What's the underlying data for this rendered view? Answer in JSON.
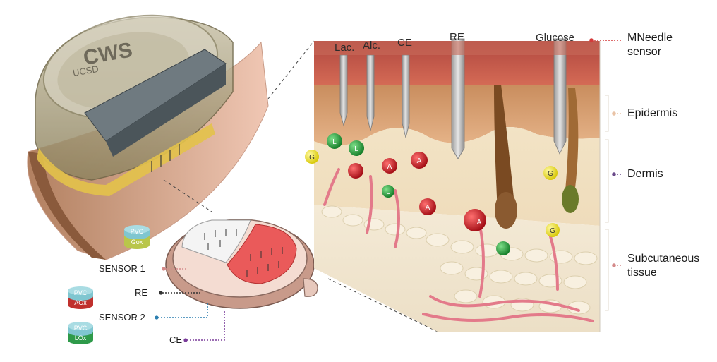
{
  "device": {
    "brand": "CWS",
    "sub": "UCSD"
  },
  "needles": {
    "lac": "Lac.",
    "alc": "Alc.",
    "ce": "CE",
    "re": "RE",
    "glucose": "Glucose"
  },
  "layers": {
    "mneedle": [
      "MNeedle",
      "sensor"
    ],
    "epidermis": "Epidermis",
    "dermis": "Dermis",
    "subcutaneous": [
      "Subcutaneous",
      "tissue"
    ]
  },
  "electrodes": {
    "sensor1": "SENSOR 1",
    "re": "RE",
    "sensor2": "SENSOR 2",
    "ce": "CE"
  },
  "chips": [
    {
      "top": "PVC",
      "bottom": "Gox",
      "color": "#b9c64a"
    },
    {
      "top": "PVC",
      "bottom": "AOx",
      "color": "#c0302d"
    },
    {
      "top": "PVC",
      "bottom": "LOx",
      "color": "#2e9a4a"
    }
  ],
  "molecules": {
    "glucose": "G",
    "alcohol": "A",
    "lactate": "L"
  },
  "colors": {
    "mneedle": "#d43a3a",
    "epidermis": "#e9c3a6",
    "dermis": "#6a4a8a",
    "subcutaneous": "#d48a8a",
    "sensor1": "#d48a8a",
    "re": "#333333",
    "sensor2": "#2c7fb0",
    "ce": "#7a3c9a",
    "lactate": "#1f9a3a",
    "alcohol": "#c8141e",
    "glucose": "#e8dc1a"
  }
}
